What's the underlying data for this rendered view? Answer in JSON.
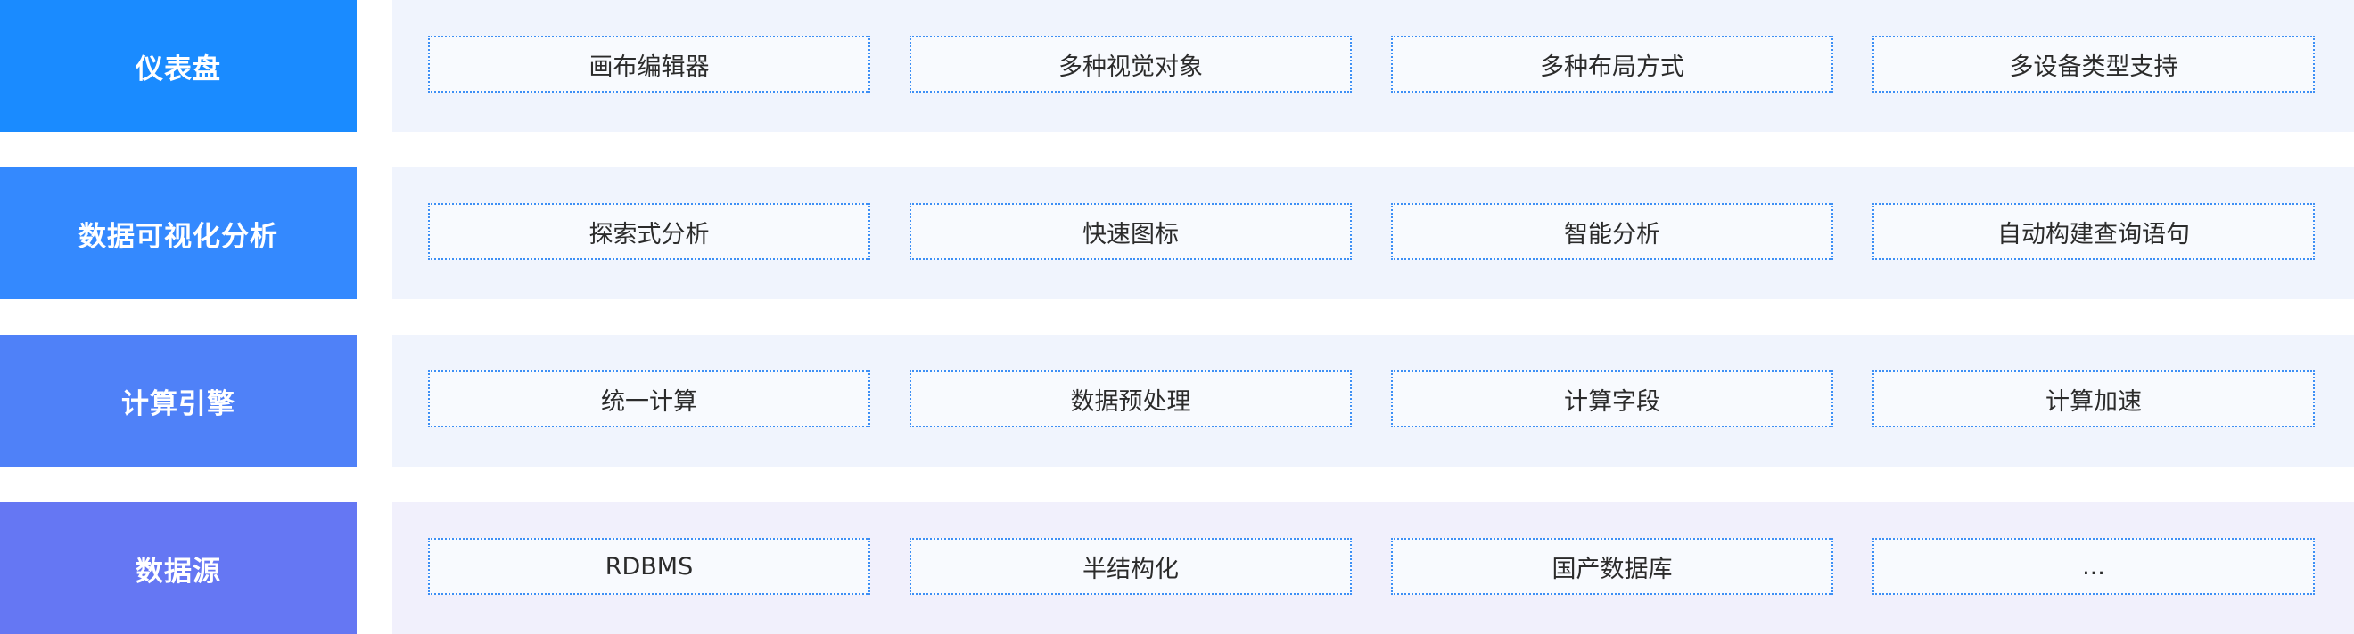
{
  "layers": [
    {
      "title": "仪表盘",
      "color": "#1a8bff",
      "items": [
        "画布编辑器",
        "多种视觉对象",
        "多种布局方式",
        "多设备类型支持"
      ]
    },
    {
      "title": "数据可视化分析",
      "color": "#3489fe",
      "items": [
        "探索式分析",
        "快速图标",
        "智能分析",
        "自动构建查询语句"
      ]
    },
    {
      "title": "计算引擎",
      "color": "#4f81f8",
      "items": [
        "统一计算",
        "数据预处理",
        "计算字段",
        "计算加速"
      ]
    },
    {
      "title": "数据源",
      "color": "#6577f3",
      "items": [
        "RDBMS",
        "半结构化",
        "国产数据库",
        "..."
      ]
    }
  ]
}
